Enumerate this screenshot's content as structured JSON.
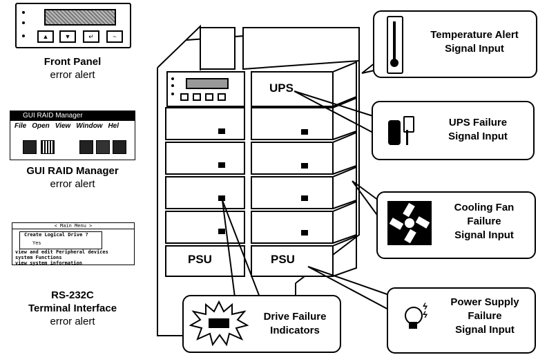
{
  "left_alerts": [
    {
      "title": "Front Panel",
      "subtitle": "error alert"
    },
    {
      "title": "GUI RAID Manager",
      "subtitle": "error alert"
    },
    {
      "title": "RS-232C",
      "title2": "Terminal Interface",
      "subtitle": "error alert"
    }
  ],
  "gui_window": {
    "title": "GUI RAID Manager",
    "menu": [
      "File",
      "Open",
      "View",
      "Window",
      "Hel"
    ]
  },
  "terminal": {
    "header": "< Main Menu >",
    "dialog_title": "Create Logical Drive ?",
    "dialog_field": "Yes",
    "line1": "view and edit Peripheral devices",
    "line2": "system Functions",
    "line3": "view system information"
  },
  "chassis": {
    "ups_label": "UPS",
    "psu_left": "PSU",
    "psu_right": "PSU"
  },
  "callouts": {
    "temperature": {
      "line1": "Temperature Alert",
      "line2": "Signal Input"
    },
    "ups": {
      "line1": "UPS Failure",
      "line2": "Signal Input"
    },
    "fan": {
      "line1": "Cooling Fan",
      "line2": "Failure",
      "line3": "Signal Input"
    },
    "power": {
      "line1": "Power Supply",
      "line2": "Failure",
      "line3": "Signal Input"
    },
    "drive": {
      "line1": "Drive Failure",
      "line2": "Indicators"
    }
  }
}
